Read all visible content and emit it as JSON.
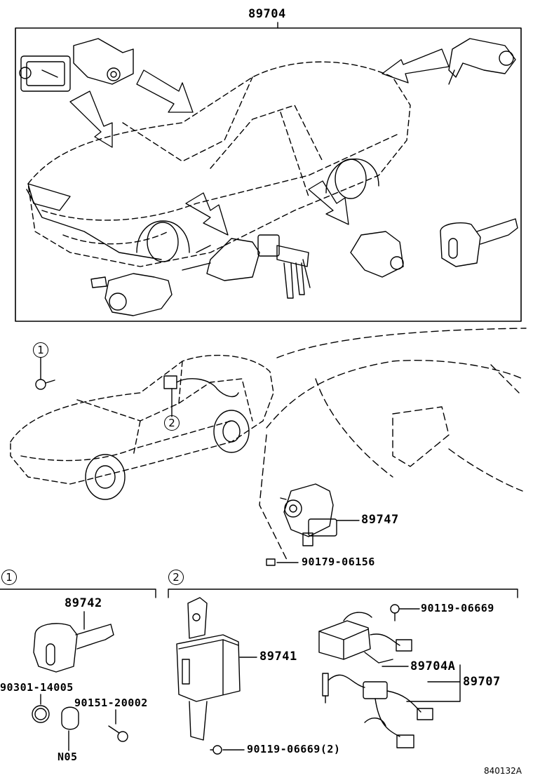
{
  "top_panel": {
    "part_number": "89704"
  },
  "middle": {
    "callout_1": "1",
    "callout_2": "2",
    "switch_part": "89747",
    "screw_part": "90179-06156"
  },
  "section_1": {
    "marker": "1",
    "key_part": "89742",
    "ring_part": "90301-14005",
    "screw_part": "90151-20002",
    "cap_part": "N05"
  },
  "section_2": {
    "marker": "2",
    "bolt_top_part": "90119-06669",
    "ecu_part": "89741",
    "sensor_part": "89704A",
    "harness_part": "89707",
    "bolt_bottom_part": "90119-06669(2)"
  },
  "footer": {
    "drawing_code": "840132A"
  }
}
